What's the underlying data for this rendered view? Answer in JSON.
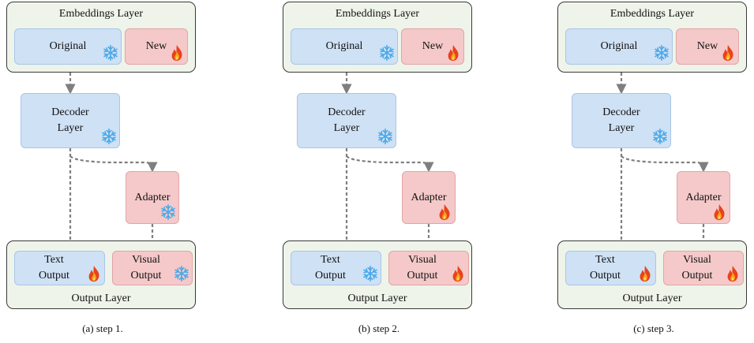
{
  "colors": {
    "frozen_box": "#cfe1f5",
    "trainable_box": "#f5c9c9",
    "layer_group": "#eef4ea",
    "arrow": "#7f7f7f",
    "snowflake": "#4aa8e8",
    "fire": "#e8421c"
  },
  "panels": [
    {
      "embeddings_title": "Embeddings Layer",
      "original_label": "Original",
      "original_icon": "snowflake-icon",
      "new_label": "New",
      "new_icon": "fire-icon",
      "decoder_line1": "Decoder",
      "decoder_line2": "Layer",
      "decoder_icon": "snowflake-icon",
      "adapter_label": "Adapter",
      "adapter_icon": "snowflake-icon",
      "text_line1": "Text",
      "text_line2": "Output",
      "text_icon": "fire-icon",
      "visual_line1": "Visual",
      "visual_line2": "Output",
      "visual_icon": "snowflake-icon",
      "output_title": "Output Layer",
      "caption": "(a) step 1."
    },
    {
      "embeddings_title": "Embeddings Layer",
      "original_label": "Original",
      "original_icon": "snowflake-icon",
      "new_label": "New",
      "new_icon": "fire-icon",
      "decoder_line1": "Decoder",
      "decoder_line2": "Layer",
      "decoder_icon": "snowflake-icon",
      "adapter_label": "Adapter",
      "adapter_icon": "fire-icon",
      "text_line1": "Text",
      "text_line2": "Output",
      "text_icon": "snowflake-icon",
      "visual_line1": "Visual",
      "visual_line2": "Output",
      "visual_icon": "fire-icon",
      "output_title": "Output Layer",
      "caption": "(b) step 2."
    },
    {
      "embeddings_title": "Embeddings Layer",
      "original_label": "Original",
      "original_icon": "snowflake-icon",
      "new_label": "New",
      "new_icon": "fire-icon",
      "decoder_line1": "Decoder",
      "decoder_line2": "Layer",
      "decoder_icon": "snowflake-icon",
      "adapter_label": "Adapter",
      "adapter_icon": "fire-icon",
      "text_line1": "Text",
      "text_line2": "Output",
      "text_icon": "fire-icon",
      "visual_line1": "Visual",
      "visual_line2": "Output",
      "visual_icon": "fire-icon",
      "output_title": "Output Layer",
      "caption": "(c) step 3."
    }
  ]
}
